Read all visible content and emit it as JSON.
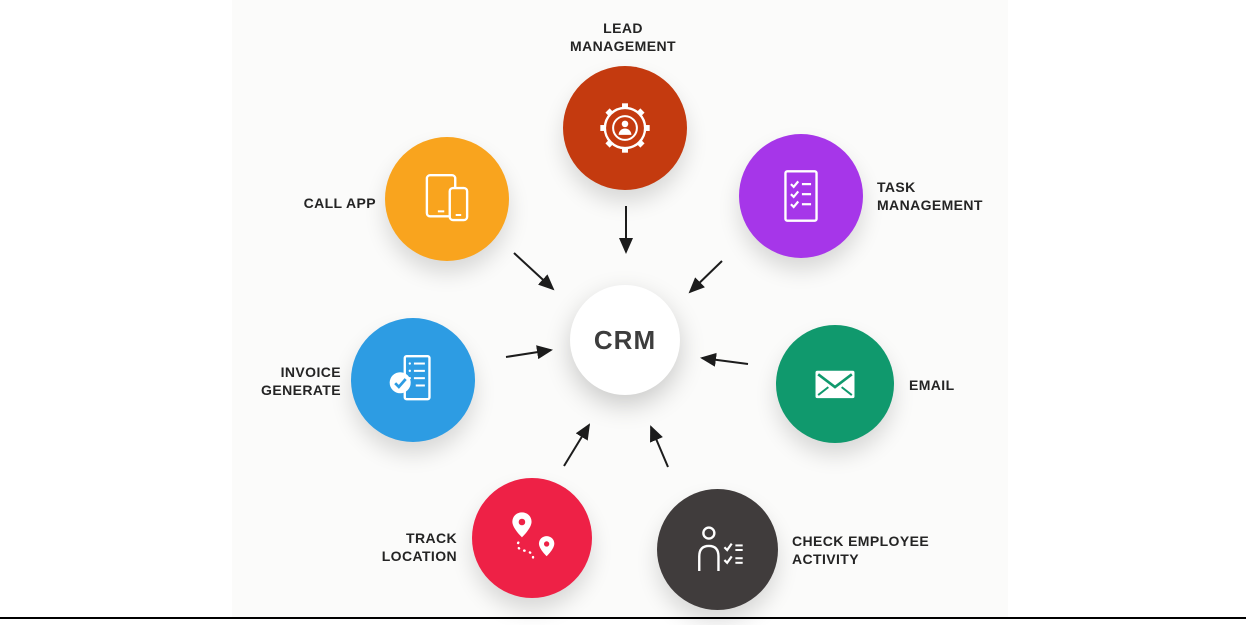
{
  "diagram": {
    "center": {
      "label": "CRM"
    },
    "nodes": [
      {
        "id": "lead-management",
        "line1": "LEAD",
        "line2": "MANAGEMENT",
        "color": "#c43a0f",
        "icon": "gear-person-icon"
      },
      {
        "id": "task-management",
        "line1": "TASK",
        "line2": "MANAGEMENT",
        "color": "#a636e9",
        "icon": "checklist-document-icon"
      },
      {
        "id": "email",
        "line1": "EMAIL",
        "line2": "",
        "color": "#10996d",
        "icon": "envelope-icon"
      },
      {
        "id": "check-employee-activity",
        "line1": "CHECK EMPLOYEE",
        "line2": "ACTIVITY",
        "color": "#403c3c",
        "icon": "employee-checklist-icon"
      },
      {
        "id": "track-location",
        "line1": "TRACK",
        "line2": "LOCATION",
        "color": "#ee2146",
        "icon": "route-pins-icon"
      },
      {
        "id": "invoice-generate",
        "line1": "INVOICE",
        "line2": "GENERATE",
        "color": "#2d9ce3",
        "icon": "invoice-check-icon"
      },
      {
        "id": "call-app",
        "line1": "CALL APP",
        "line2": "",
        "color": "#f9a41e",
        "icon": "tablet-phone-icon"
      }
    ]
  }
}
